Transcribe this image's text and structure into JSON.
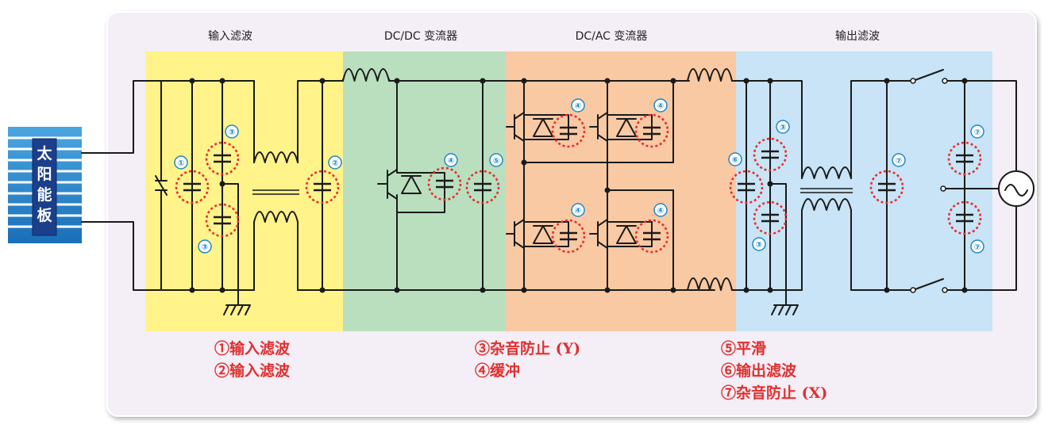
{
  "sections": {
    "input_filter": "输入滤波",
    "dcdc": "DC/DC 变流器",
    "dcac": "DC/AC 变流器",
    "output_filter": "输出滤波"
  },
  "solar_panel_label": [
    "太",
    "阳",
    "能",
    "板"
  ],
  "badges": [
    "①",
    "②",
    "③",
    "④",
    "⑤",
    "⑥",
    "⑦"
  ],
  "legend": {
    "col1": [
      "①输入滤波",
      "②输入滤波"
    ],
    "col2": [
      "③杂音防止 (Y)",
      "④缓冲"
    ],
    "col3": [
      "⑤平滑",
      "⑥输出滤波",
      "⑦杂音防止 (X)"
    ]
  },
  "colors": {
    "input_zone": "#fff38a",
    "dcdc_zone": "#b9dfbf",
    "dcac_zone": "#f9c9a3",
    "output_zone": "#c8e4f6",
    "ring": "#e53030",
    "badge": "#1e88c8"
  }
}
